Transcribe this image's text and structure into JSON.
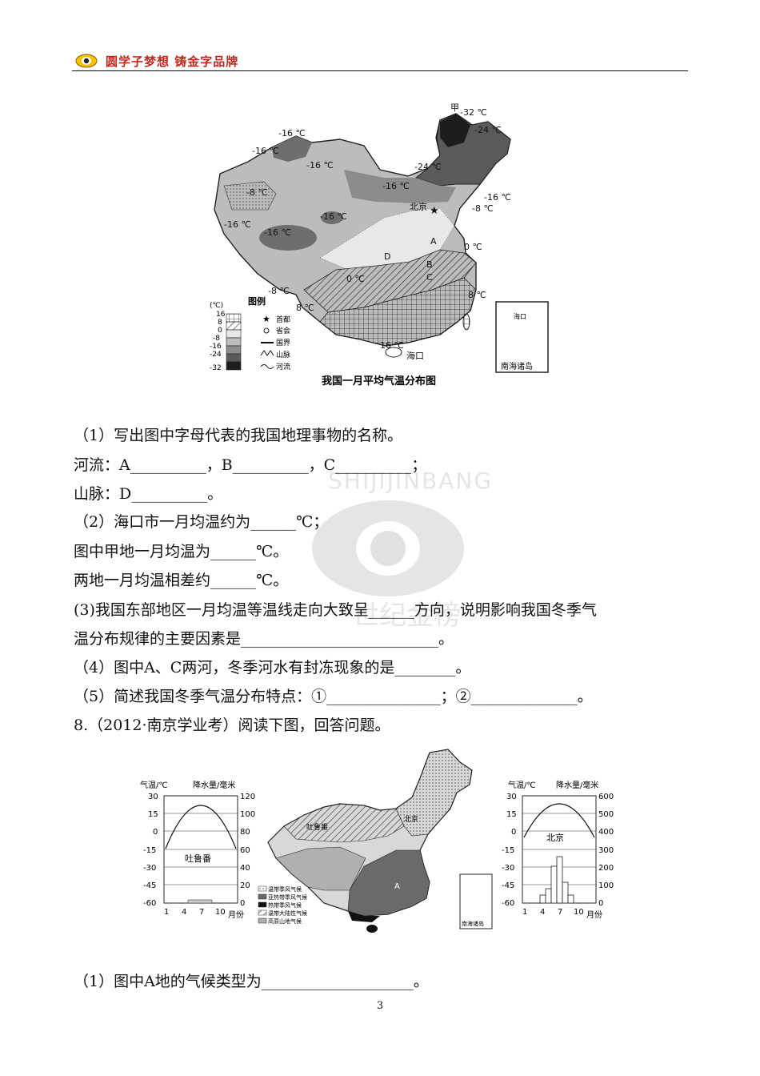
{
  "header": {
    "slogan": "圆学子梦想 铸金字品牌"
  },
  "map1": {
    "title": "我国一月平均气温分布图",
    "legend_title": "图例",
    "legend_unit": "(℃)",
    "scale": [
      "16",
      "8",
      "0",
      "-8",
      "-16",
      "-24",
      "-32"
    ],
    "symbols": [
      "首都",
      "省会",
      "国界",
      "山脉",
      "河流"
    ],
    "labels": {
      "jia": "甲",
      "jia_temp": "-32 ℃",
      "t24": "-24 ℃",
      "t24b": "-24 ℃",
      "t16a": "-16 ℃",
      "t16b": "-16 ℃",
      "t16c": "-16 ℃",
      "t16d": "-16 ℃",
      "t16e": "-16 ℃",
      "t16f": "-16 ℃",
      "t16g": "-16 ℃",
      "t16h": "-16 ℃",
      "t8a": "-8 ℃",
      "t8b": "-8 ℃",
      "t8c": "-8 ℃",
      "t0a": "0 ℃",
      "t0b": "0 ℃",
      "p8a": "8 ℃",
      "p8b": "8 ℃",
      "p16": "16 ℃",
      "beijing": "北京",
      "haikou": "海口",
      "A": "A",
      "B": "B",
      "C": "C",
      "D": "D",
      "inset": "南海诸岛"
    }
  },
  "questions": {
    "q1": "（1）写出图中字母代表的我国地理事物的名称。",
    "q1_rivers": "河流：A__________，B__________，C__________；",
    "q1_mountain": "山脉：D__________。",
    "q2": "（2）海口市一月均温约为______℃；",
    "q2b": "图中甲地一月均温为______℃。",
    "q2c": "两地一月均温相差约______℃。",
    "q3": "(3)我国东部地区一月均温等温线走向大致呈______方向，说明影响我国冬季气",
    "q3b": "温分布规律的主要因素是__________________________。",
    "q4": "（4）图中A、C两河，冬季河水有封冻现象的是________。",
    "q5": "（5）简述我国冬季气温分布特点：①_______________；②______________。",
    "q8": "8.（2012·南京学业考）阅读下图，回答问题。",
    "q8_1": "（1）图中A地的气候类型为____________________。"
  },
  "watermark": {
    "arc": "SHIJIJINBANG",
    "bottom": "世纪金榜"
  },
  "map2": {
    "left_chart": {
      "ylabel_left": "气温/℃",
      "ylabel_right": "降水量/毫米",
      "city": "吐鲁番",
      "temp_ticks": [
        "30",
        "15",
        "0",
        "-15",
        "-30",
        "-45",
        "-60"
      ],
      "precip_ticks": [
        "120",
        "100",
        "80",
        "60",
        "40",
        "20",
        "0"
      ],
      "x_ticks": [
        "1",
        "4",
        "7",
        "10"
      ],
      "x_unit": "月份"
    },
    "right_chart": {
      "ylabel_left": "气温/℃",
      "ylabel_right": "降水量/毫米",
      "city": "北京",
      "temp_ticks": [
        "30",
        "15",
        "0",
        "-15",
        "-30",
        "-45",
        "-60"
      ],
      "precip_ticks": [
        "600",
        "500",
        "400",
        "300",
        "200",
        "100",
        "0"
      ],
      "x_ticks": [
        "1",
        "4",
        "7",
        "10"
      ],
      "x_unit": "月份"
    },
    "map_labels": {
      "turpan": "吐鲁番",
      "beijing": "北京",
      "A": "A",
      "inset": "南海诸岛"
    },
    "legend": [
      "温带季风气候",
      "亚热带季风气候",
      "热带季风气候",
      "温带大陆性气候",
      "高原山地气候"
    ]
  },
  "page_number": "3"
}
